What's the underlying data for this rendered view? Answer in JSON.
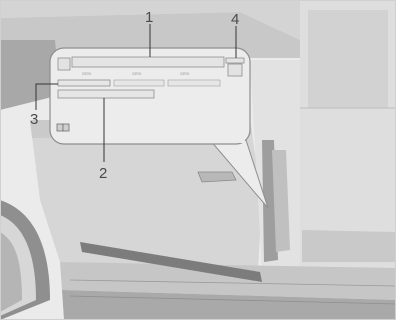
{
  "callouts": {
    "c1": "1",
    "c2": "2",
    "c3": "3",
    "c4": "4"
  },
  "label_fields": {
    "field_a": "23'0'0",
    "field_b": "23'0'0",
    "field_c": "23'0'0"
  },
  "colors": {
    "page_background": "#ffffff",
    "vehicle_body": "#d8d8d8",
    "vehicle_shadow": "#bfbfbf",
    "label_fill": "#ececec",
    "label_stroke": "#8e8e8e",
    "callout_line": "#333333"
  },
  "icons": {
    "book_icon": "book-icon"
  }
}
